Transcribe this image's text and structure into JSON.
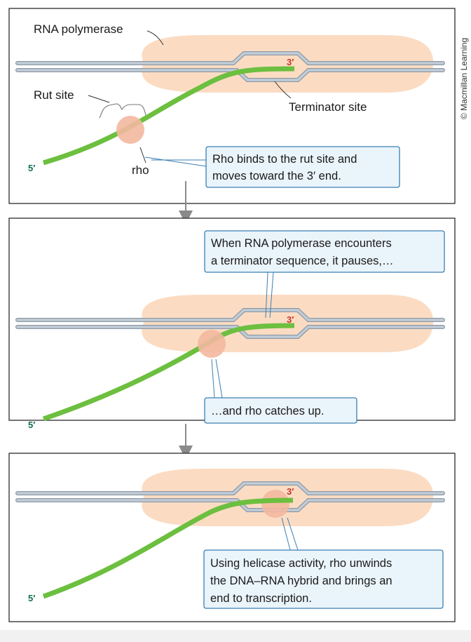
{
  "credit": "© Macmillan Learning",
  "panel1": {
    "rna_polymerase_label": "RNA polymerase",
    "rut_site_label": "Rut site",
    "terminator_site_label": "Terminator site",
    "rho_label": "rho",
    "three_prime": "3′",
    "five_prime": "5′",
    "callout_lines": [
      "Rho binds to the rut site and",
      "moves toward the 3′ end."
    ]
  },
  "panel2": {
    "three_prime": "3′",
    "five_prime": "5′",
    "callout_top_lines": [
      "When RNA polymerase encounters",
      "a terminator sequence, it pauses,…"
    ],
    "callout_bottom_lines": [
      "…and rho catches up."
    ]
  },
  "panel3": {
    "three_prime": "3′",
    "five_prime": "5′",
    "callout_lines": [
      "Using helicase activity, rho unwinds",
      "the DNA–RNA hybrid and brings an",
      "end to transcription."
    ]
  },
  "colors": {
    "polymerase": "#fbdcc3",
    "dna": "#b3bfcb",
    "dna_edge": "#8e9aa6",
    "rna": "#6cbf3f",
    "rho": "#f3b8a0",
    "callout_fill": "#eaf4fb",
    "callout_stroke": "#3a7fb3"
  }
}
